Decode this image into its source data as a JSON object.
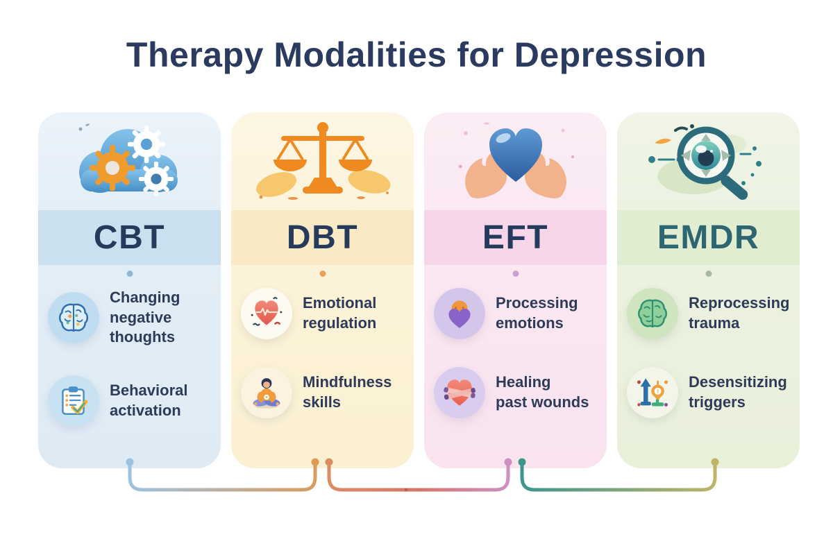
{
  "title": "Therapy Modalities for Depression",
  "title_color": "#2b3a5f",
  "background": "#ffffff",
  "columns": [
    {
      "key": "cbt",
      "title": "CBT",
      "top_icon": "cloud-gears-icon",
      "colors": {
        "body": "#e3eef7",
        "band": "#cbe0ef",
        "title_text": "#263a5c",
        "band_dot": "#8fb8d8"
      },
      "items": [
        {
          "icon": "brain-icon",
          "circle": "#bfdcf0",
          "label": "Changing\nnegative\nthoughts"
        },
        {
          "icon": "clipboard-checklist-icon",
          "circle": "#c8e2f2",
          "label": "Behavioral\nactivation"
        }
      ]
    },
    {
      "key": "dbt",
      "title": "DBT",
      "top_icon": "balance-scale-icon",
      "colors": {
        "body": "#fcf3da",
        "band": "#f9e9c5",
        "title_text": "#263a5c",
        "band_dot": "#e8a05a"
      },
      "items": [
        {
          "icon": "heart-ekg-icon",
          "circle": "#fdfaf1",
          "label": "Emotional\nregulation"
        },
        {
          "icon": "meditation-icon",
          "circle": "#fbf2df",
          "label": "Mindfulness\nskills"
        }
      ]
    },
    {
      "key": "eft",
      "title": "EFT",
      "top_icon": "hands-holding-heart-icon",
      "colors": {
        "body": "#fae8f2",
        "band": "#f6d6e8",
        "title_text": "#263a5c",
        "band_dot": "#cf9ed0"
      },
      "items": [
        {
          "icon": "hugging-heart-icon",
          "circle": "#d4c6ea",
          "label": "Processing\nemotions"
        },
        {
          "icon": "bandaged-heart-icon",
          "circle": "#d9ccee",
          "label": "Healing\npast wounds"
        }
      ]
    },
    {
      "key": "emdr",
      "title": "EMDR",
      "top_icon": "eye-magnifier-icon",
      "colors": {
        "body": "#ecf2e0",
        "band": "#e1edd1",
        "title_text": "#2d6571",
        "band_dot": "#a9b8a2"
      },
      "items": [
        {
          "icon": "brain-green-icon",
          "circle": "#cfe5c0",
          "label": "Reprocessing\ntrauma"
        },
        {
          "icon": "number-one-pin-icon",
          "circle": "#f2f5e8",
          "label": "Desensitizing\ntriggers"
        }
      ]
    }
  ],
  "connectors": [
    {
      "from": "CBT",
      "to": "DBT",
      "gradient": [
        "#9cc2dd",
        "#d99a5e"
      ]
    },
    {
      "from": "DBT",
      "to": "EFT",
      "gradient": [
        "#db8d62",
        "#cf8fc2"
      ]
    },
    {
      "from": "EFT",
      "to": "EMDR",
      "gradient": [
        "#3d958c",
        "#bdb468"
      ]
    }
  ]
}
